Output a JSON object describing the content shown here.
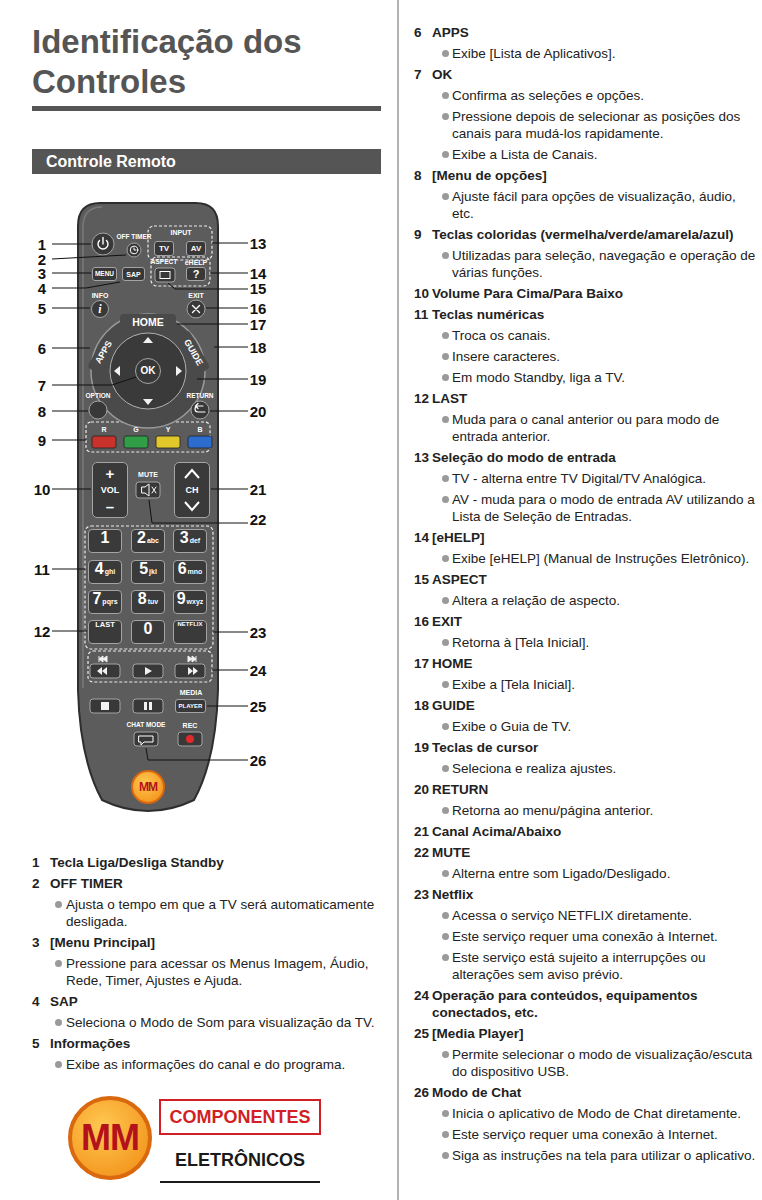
{
  "diagram": {
    "title": "Identificação dos Controles",
    "nodes": [
      {
        "text": [
          "Controle Remoto"
        ]
      },
      {
        "text": [
          "TV"
        ]
      },
      {
        "text": [
          "AV"
        ]
      },
      {
        "text": [
          "MENU"
        ]
      },
      {
        "text": [
          "SAP"
        ]
      },
      {
        "text": [
          "?"
        ]
      },
      {
        "text": [
          "i"
        ]
      },
      {
        "text": [
          "HOME"
        ]
      },
      {
        "text": [
          "APPS"
        ]
      },
      {
        "text": [
          "GUIDE"
        ]
      },
      {
        "text": [
          "OK"
        ]
      },
      {
        "text": [
          "+",
          "VOL",
          "–"
        ]
      },
      {
        "text": [
          "CH"
        ]
      },
      {
        "text": [
          "1"
        ]
      },
      {
        "text": [
          "2",
          "abc"
        ]
      },
      {
        "text": [
          "3",
          "def"
        ]
      },
      {
        "text": [
          "4",
          "ghi"
        ]
      },
      {
        "text": [
          "5",
          "jkl"
        ]
      },
      {
        "text": [
          "6",
          "mno"
        ]
      },
      {
        "text": [
          "7",
          "pqrs"
        ]
      },
      {
        "text": [
          "8",
          "tuv"
        ]
      },
      {
        "text": [
          "9",
          "wxyz"
        ]
      },
      {
        "text": [
          "LAST"
        ]
      },
      {
        "text": [
          "0"
        ]
      },
      {
        "text": [
          "NETFLIX"
        ]
      },
      {
        "text": [
          "PLAYER"
        ]
      },
      {
        "text": [
          "MM"
        ]
      },
      {
        "text": [
          "MM"
        ]
      }
    ],
    "labels": [
      "OFF TIMER",
      "INPUT",
      "ASPECT",
      "eHELP",
      "INFO",
      "EXIT",
      "OPTION",
      "RETURN",
      "R",
      "G",
      "Y",
      "B",
      "MUTE",
      "MEDIA",
      "CHAT MODE",
      "REC",
      "1",
      "2",
      "3",
      "4",
      "5",
      "6",
      "7",
      "8",
      "9",
      "10",
      "11",
      "12",
      "13",
      "14",
      "15",
      "16",
      "17",
      "18",
      "19",
      "20",
      "21",
      "22",
      "23",
      "24",
      "25",
      "26",
      "COMPONENTES",
      "ELETRÔNICOS",
      "1",
      "Tecla Liga/Desliga Standby",
      "2",
      "OFF TIMER",
      "Ajusta o tempo em que a TV será automaticamente desligada.",
      "3",
      "[Menu Principal]",
      "Pressione para acessar os Menus Imagem, Áudio, Rede, Timer, Ajustes e Ajuda.",
      "4",
      "SAP",
      "Seleciona o Modo de Som para visualização da TV.",
      "5",
      "Informações",
      "Exibe as informações do canal e do programa.",
      "6",
      "APPS",
      "Exibe [Lista de Aplicativos].",
      "7",
      "OK",
      "Confirma as seleções e opções.",
      "Pressione depois de selecionar as posições dos canais para mudá-los rapidamente.",
      "Exibe a Lista de Canais.",
      "8",
      "[Menu de opções]",
      "Ajuste fácil para opções de visualização, áudio, etc.",
      "9",
      "Teclas coloridas (vermelha/verde/amarela/azul)",
      "Utilizadas para seleção, navegação e operação de várias funções.",
      "10",
      "Volume Para Cima/Para Baixo",
      "11",
      "Teclas numéricas",
      "Troca os canais.",
      "Insere caracteres.",
      "Em modo Standby, liga a TV.",
      "12",
      "LAST",
      "Muda para o canal anterior ou para modo de entrada anterior.",
      "13",
      "Seleção do modo de entrada",
      "TV - alterna entre TV Digital/TV Analógica.",
      "AV - muda para o modo de entrada AV utilizando a Lista de Seleção de Entradas.",
      "14",
      "[eHELP]",
      "Exibe [eHELP] (Manual de Instruções Eletrônico).",
      "15",
      "ASPECT",
      "Altera a relação de aspecto.",
      "16",
      "EXIT",
      "Retorna à [Tela Inicial].",
      "17",
      "HOME",
      "Exibe a [Tela Inicial].",
      "18",
      "GUIDE",
      "Exibe o Guia de TV.",
      "19",
      "Teclas de cursor",
      "Seleciona e realiza ajustes.",
      "20",
      "RETURN",
      "Retorna ao menu/página anterior.",
      "21",
      "Canal Acima/Abaixo",
      "22",
      "MUTE",
      "Alterna entre som Ligado/Desligado.",
      "23",
      "Netflix",
      "Acessa o serviço NETFLIX diretamente.",
      "Este serviço requer uma conexão à Internet.",
      "Este serviço está sujeito a interrupções ou alterações sem aviso prévio.",
      "24",
      "Operação para conteúdos, equipamentos conectados, etc.",
      "25",
      "[Media Player]",
      "Permite selecionar o modo de visualização/escuta do dispositivo USB.",
      "26",
      "Modo de Chat",
      "Inicia o aplicativo de Modo de Chat diretamente.",
      "Este serviço requer uma conexão à Internet.",
      "Siga as instruções na tela para utilizar o aplicativo."
    ]
  }
}
